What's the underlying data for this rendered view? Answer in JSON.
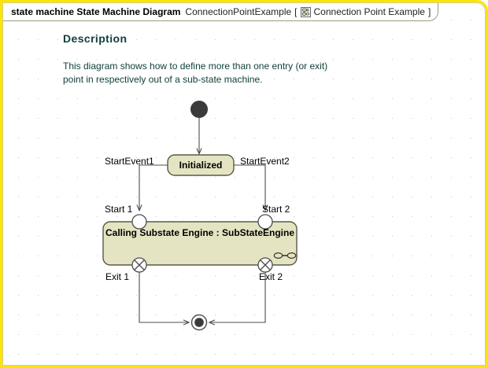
{
  "header": {
    "kind_label": "state machine State Machine Diagram",
    "diagram_name": "ConnectionPointExample",
    "bracket_open": "[",
    "bracket_close": "]",
    "alias": "Connection Point Example",
    "icon": "state-machine-diagram-icon"
  },
  "description": {
    "heading": "Description",
    "body": "This diagram shows how to define more than one entry (or exit) point in respectively out of a sub-state machine."
  },
  "diagram": {
    "initial_state": {
      "name": "initial-state",
      "label": ""
    },
    "final_state": {
      "name": "final-state",
      "label": ""
    },
    "states": [
      {
        "id": "initialized",
        "label": "Initialized",
        "type": "simple-state"
      },
      {
        "id": "calling-substate-engine",
        "label": "Calling Substate Engine : SubStateEngine",
        "type": "submachine-state",
        "submachine_icon": "submachine-reference-icon"
      }
    ],
    "connection_points": [
      {
        "id": "start-1",
        "label": "Start 1",
        "type": "entry-point"
      },
      {
        "id": "start-2",
        "label": "Start 2",
        "type": "entry-point"
      },
      {
        "id": "exit-1",
        "label": "Exit 1",
        "type": "exit-point"
      },
      {
        "id": "exit-2",
        "label": "Exit 2",
        "type": "exit-point"
      }
    ],
    "transitions": [
      {
        "id": "start-event-1",
        "label": "StartEvent1"
      },
      {
        "id": "start-event-2",
        "label": "StartEvent2"
      }
    ]
  },
  "colors": {
    "frame": "#ffe400",
    "state_fill": "#e4e4c3",
    "state_border": "#5a5a46",
    "line": "#4d4d4d",
    "description_text": "#11403c",
    "grid_dot": "#c9c9c9"
  }
}
